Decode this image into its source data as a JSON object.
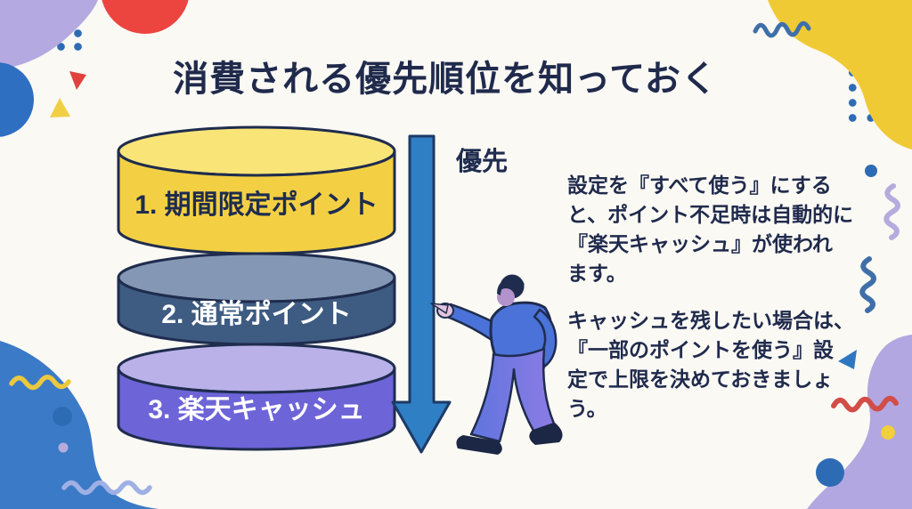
{
  "title": "消費される優先順位を知っておく",
  "diagram": {
    "priority_label": "優先",
    "layers": [
      {
        "label": "1. 期間限定ポイント",
        "body_color": "#f3d043",
        "top_color": "#f9e478",
        "text_color": "#1f2c4e"
      },
      {
        "label": "2. 通常ポイント",
        "body_color": "#3e5b82",
        "top_color": "#8497b4",
        "text_color": "#ffffff"
      },
      {
        "label": "3. 楽天キャッシュ",
        "body_color": "#6d64d8",
        "top_color": "#b9b1e8",
        "text_color": "#ffffff"
      }
    ],
    "arrow_color": "#2e7fc4",
    "outline_color": "#1f2c4e"
  },
  "side_text": {
    "paragraph1_lines": [
      "設定を『すべて使う』にする",
      "と、ポイント不足時は自動的に",
      "『楽天キャッシュ』が使われ",
      "ます。"
    ],
    "paragraph2_lines": [
      "キャッシュを残したい場合は、",
      "『一部のポイントを使う』設",
      "定で上限を決めておきましょ",
      "う。"
    ]
  },
  "colors": {
    "heading_text": "#1f2a4c",
    "background": "#fbf9f4",
    "blob_lavender": "#b4a9e1",
    "blob_yellow": "#f0ca35",
    "blob_blue": "#3b7ac6",
    "accent_red": "#ec4540",
    "accent_blue": "#2d6cb5"
  }
}
